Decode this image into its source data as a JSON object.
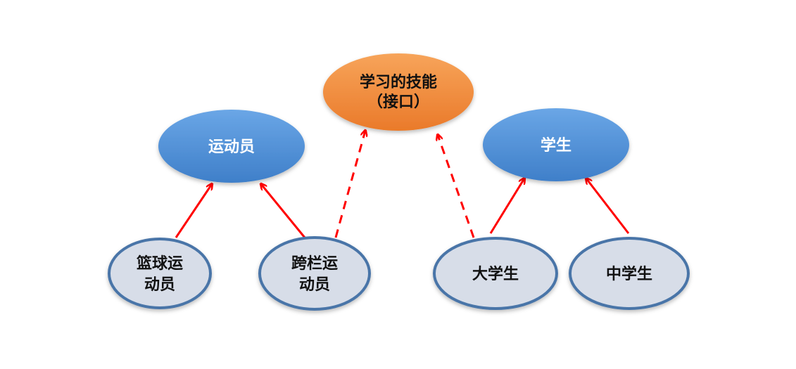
{
  "colors": {
    "blue_top": "#6aa6e6",
    "blue_bottom": "#3f7fc9",
    "orange_top": "#f7a45a",
    "orange_bottom": "#ea7a2a",
    "light_fill": "#d7dde8",
    "light_stroke": "#4a74a8",
    "arrow": "#ff0000"
  },
  "nodes": {
    "interface": {
      "line1": "学习的技能",
      "line2": "（接口）"
    },
    "athlete": {
      "label": "运动员"
    },
    "student": {
      "label": "学生"
    },
    "basketball": {
      "line1": "篮球运",
      "line2": "动员"
    },
    "hurdler": {
      "line1": "跨栏运",
      "line2": "动员"
    },
    "college": {
      "label": "大学生"
    },
    "middle_school": {
      "label": "中学生"
    }
  },
  "edges": [
    {
      "from": "篮球运动员",
      "to": "运动员",
      "style": "solid"
    },
    {
      "from": "跨栏运动员",
      "to": "运动员",
      "style": "solid"
    },
    {
      "from": "跨栏运动员",
      "to": "学习的技能（接口）",
      "style": "dashed"
    },
    {
      "from": "大学生",
      "to": "学习的技能（接口）",
      "style": "dashed"
    },
    {
      "from": "大学生",
      "to": "学生",
      "style": "solid"
    },
    {
      "from": "中学生",
      "to": "学生",
      "style": "solid"
    }
  ]
}
